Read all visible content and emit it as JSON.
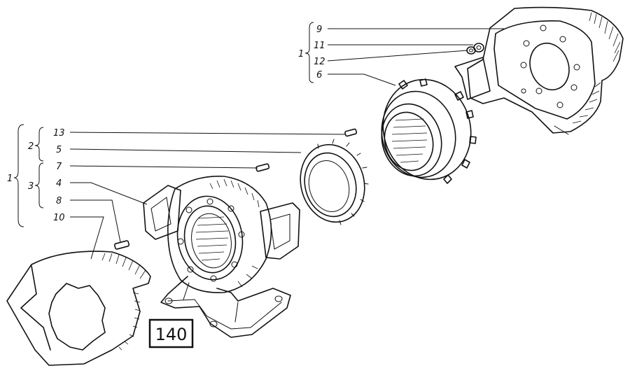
{
  "figure_number": "140",
  "callouts": {
    "c9": "9",
    "c11": "11",
    "c12": "12",
    "c6": "6",
    "c1_top": "1",
    "c13": "13",
    "c5": "5",
    "c7": "7",
    "c4": "4",
    "c8": "8",
    "c10": "10",
    "c2": "2",
    "c3": "3",
    "c1_left": "1"
  }
}
